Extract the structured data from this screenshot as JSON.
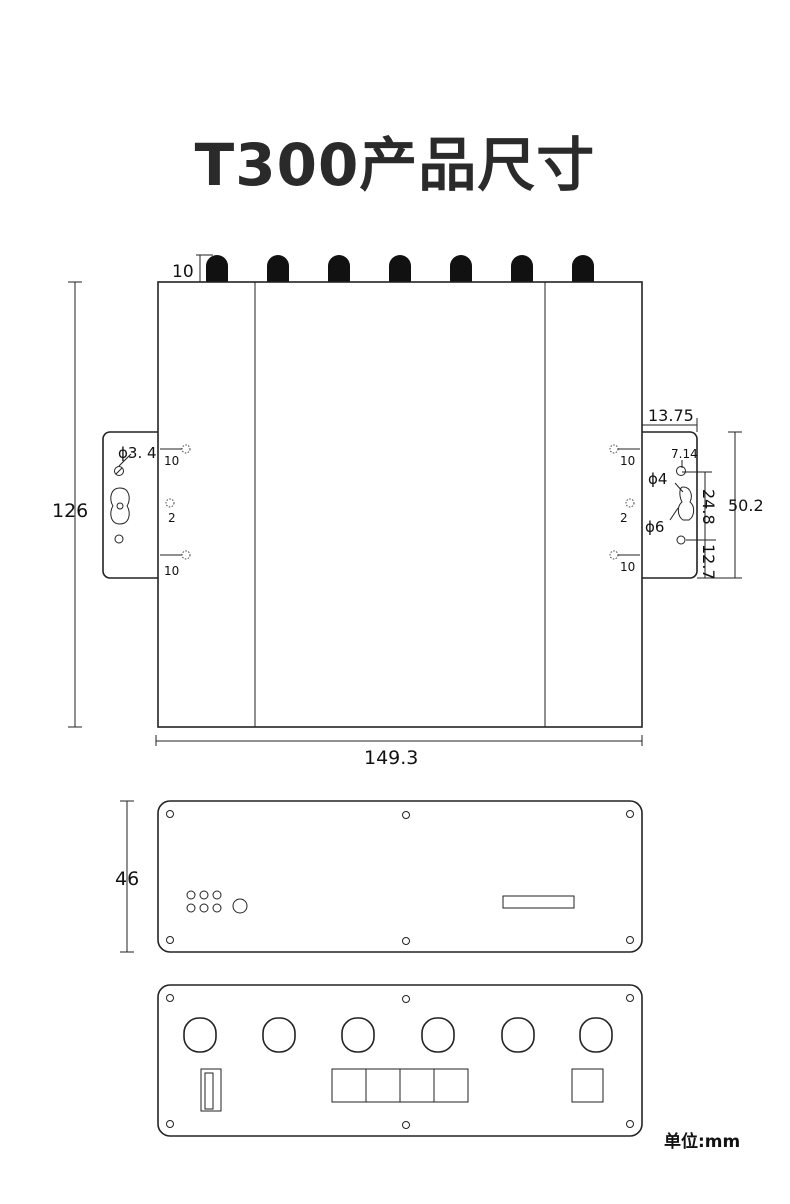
{
  "title": "T300产品尺寸",
  "unit_label": "单位:mm",
  "dimensions": {
    "antenna_height": "10",
    "height": "126",
    "width": "149.3",
    "front_height": "46",
    "left_hole_dia": "ϕ3. 4",
    "left_offset_top": "10",
    "left_offset_mid": "2",
    "left_offset_bottom": "10",
    "right_tab_width": "13.75",
    "right_top_gap": "7.14",
    "right_hole_small": "ϕ4",
    "right_hole_large": "ϕ6",
    "right_span": "24.8",
    "right_bottom_gap": "12.7",
    "right_tab_height": "50.2",
    "right_offset_top": "10",
    "right_offset_mid": "2",
    "right_offset_bottom": "10"
  },
  "colors": {
    "line": "#222222",
    "antenna": "#111111",
    "title": "#2a2a2a"
  }
}
